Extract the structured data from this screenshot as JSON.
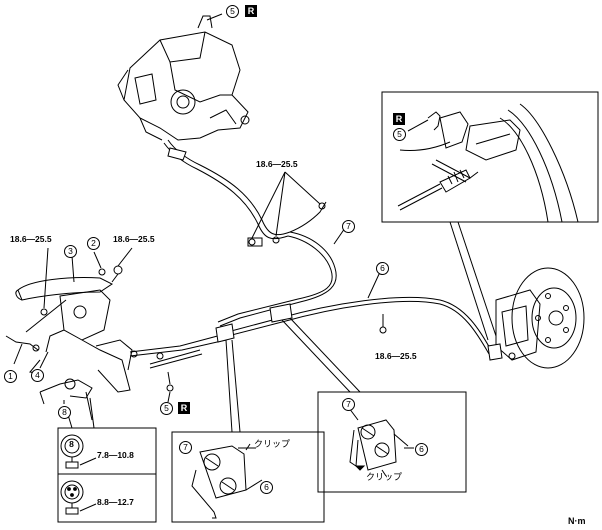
{
  "callouts": {
    "c1": "1",
    "c2": "2",
    "c3": "3",
    "c4": "4",
    "c5": "5",
    "c6": "6",
    "c7": "7",
    "c8": "8"
  },
  "r_mark": "R",
  "torques": {
    "top_center": "18.6—25.5",
    "left_a": "18.6—25.5",
    "left_b": "18.6—25.5",
    "right_mid": "18.6—25.5",
    "bolt_a": "7.8—10.8",
    "bolt_b": "8.8—12.7"
  },
  "clip_label": "クリップ",
  "unit": "N·m"
}
